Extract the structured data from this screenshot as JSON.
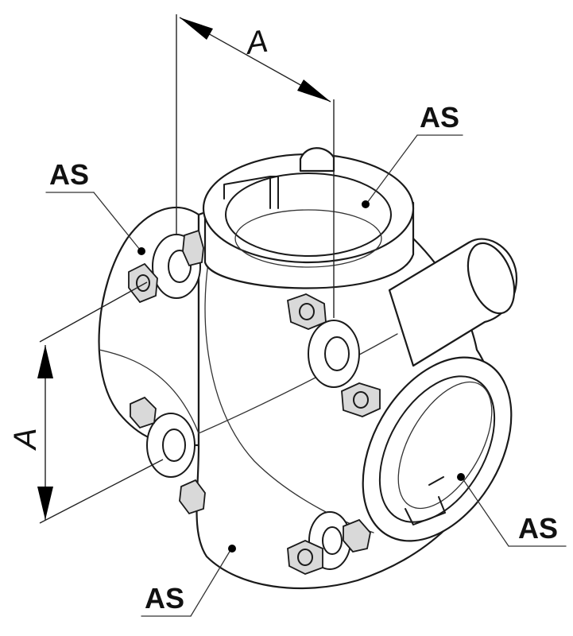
{
  "dimensions": {
    "top": "A",
    "left": "A"
  },
  "callouts": [
    "AS",
    "AS",
    "AS",
    "AS"
  ]
}
